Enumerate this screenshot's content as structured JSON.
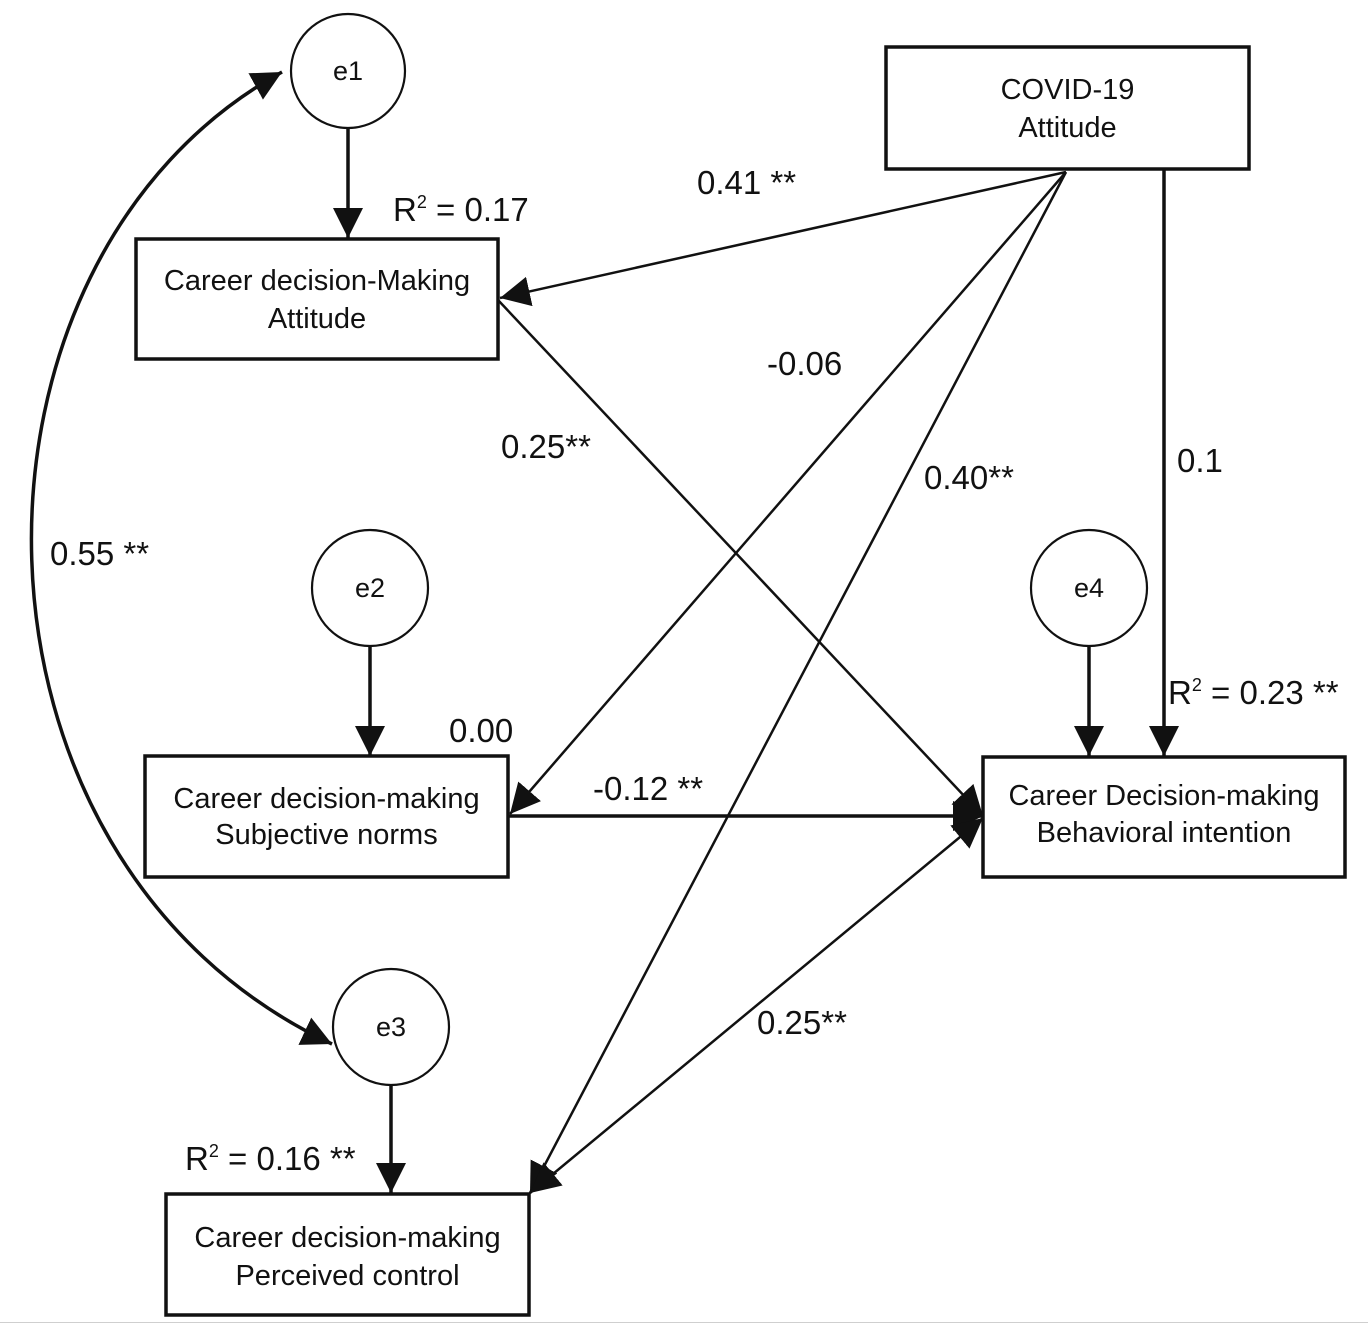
{
  "nodes": {
    "covid": {
      "line1": "COVID-19",
      "line2": "Attitude"
    },
    "attitude": {
      "line1": "Career decision-Making",
      "line2": "Attitude"
    },
    "norms": {
      "line1": "Career decision-making",
      "line2": "Subjective norms"
    },
    "control": {
      "line1": "Career decision-making",
      "line2": "Perceived control"
    },
    "intention": {
      "line1": "Career Decision-making",
      "line2": "Behavioral intention"
    }
  },
  "errors": {
    "e1": "e1",
    "e2": "e2",
    "e3": "e3",
    "e4": "e4"
  },
  "r_squared": {
    "attitude": {
      "prefix": "R",
      "sup": "2",
      "value": " = 0.17"
    },
    "control": {
      "prefix": "R",
      "sup": "2",
      "value": " = 0.16 **"
    },
    "intention": {
      "prefix": "R",
      "sup": "2",
      "value": " = 0.23 **"
    }
  },
  "coefficients": {
    "covid_to_attitude": "0.41 **",
    "covid_to_norms": "-0.06",
    "attitude_to_intention": "0.25**",
    "covid_to_control": "0.40**",
    "covid_to_intention": "0.1",
    "e1_e3_covariance": "0.55 **",
    "norms_label_near_box": "0.00",
    "norms_to_intention": "-0.12 **",
    "control_to_intention": "0.25**"
  }
}
